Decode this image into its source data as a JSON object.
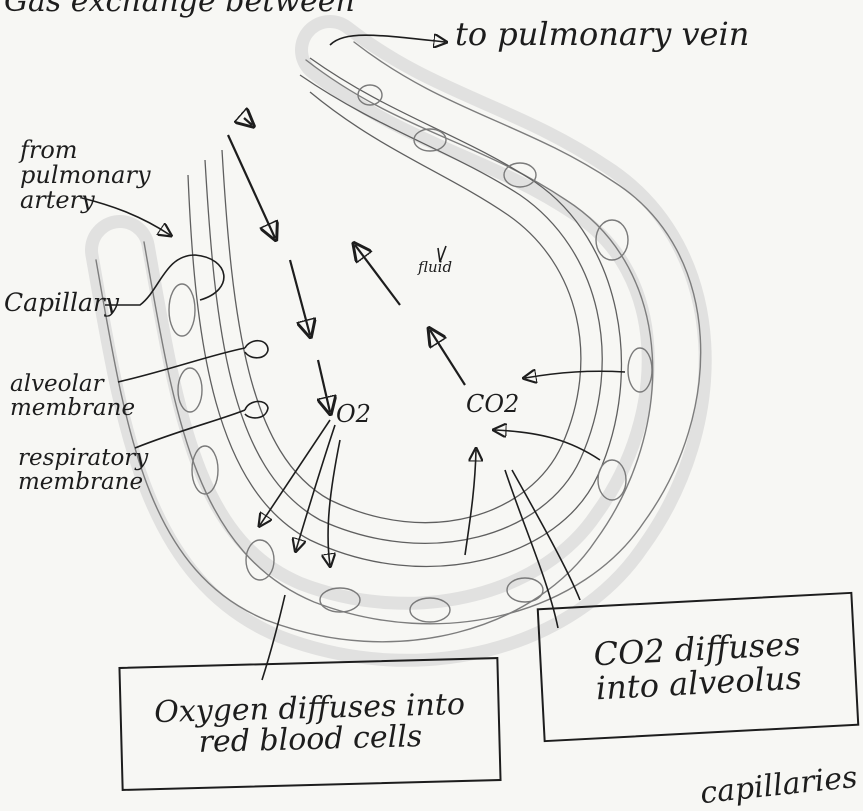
{
  "title": "Gas exchange between",
  "labels": {
    "pulmonary_vein": "to pulmonary vein",
    "pulmonary_artery": "from pulmonary artery",
    "capillary": "Capillary",
    "alveolar_membrane": "alveolar membrane",
    "respiratory_membrane": "respiratory membrane",
    "fluid": "fluid",
    "o2": "O2",
    "co2": "CO2"
  },
  "boxes": {
    "oxygen": "Oxygen diffuses into red blood cells",
    "co2": "CO2 diffuses into alveolus"
  },
  "footer_text": "capillaries",
  "colors": {
    "ink": "#1d1d1d",
    "paper": "#f7f7f4",
    "pencil": "#8a8a8a"
  }
}
